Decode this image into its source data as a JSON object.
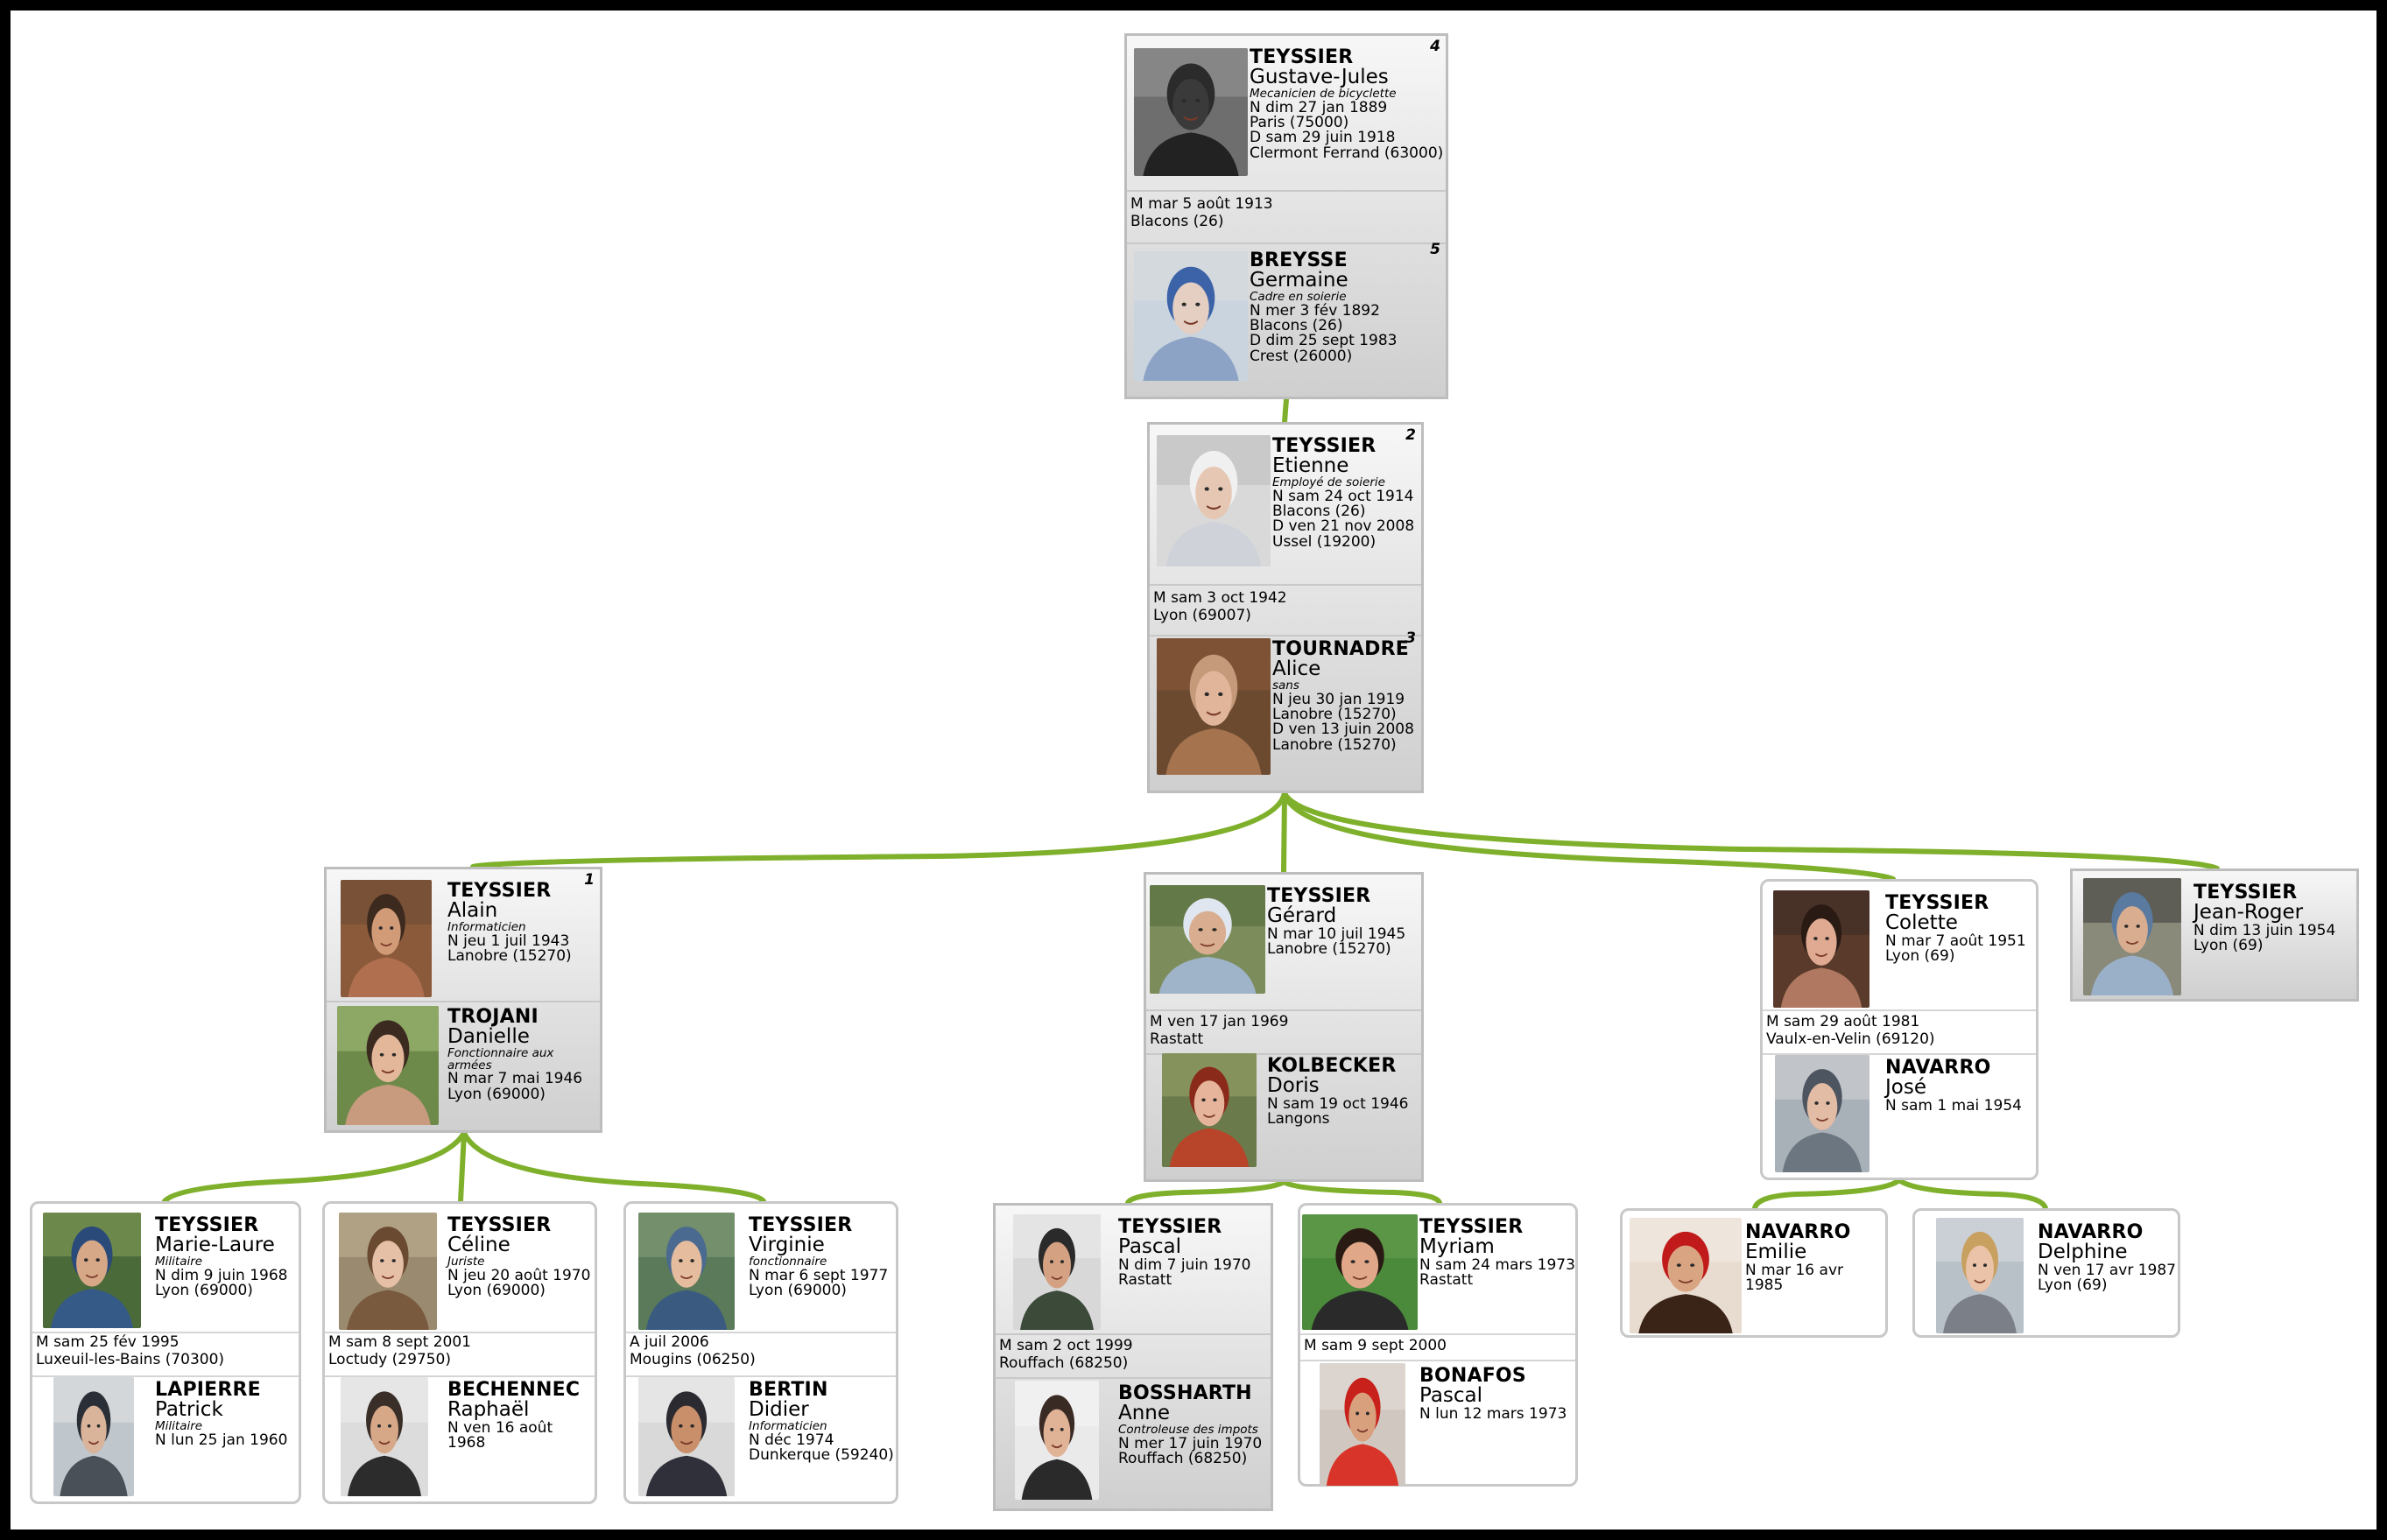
{
  "colors": {
    "link": "#7fb02c",
    "frame": "#000000",
    "card_border": "#c8c8c8"
  },
  "tree": {
    "g1": {
      "husband": {
        "number": "4",
        "surname": "TEYSSIER",
        "given": "Gustave-Jules",
        "occupation": "Mecanicien de bicyclette",
        "lines": [
          "N dim 27 jan 1889",
          "Paris (75000)",
          "D sam 29 juin 1918",
          "Clermont Ferrand (63000)"
        ],
        "photo": "old-man-bw-photo"
      },
      "marriage": [
        "M mar 5 août 1913",
        "Blacons (26)"
      ],
      "wife": {
        "number": "5",
        "surname": "BREYSSE",
        "given": "Germaine",
        "occupation": "Cadre en soierie",
        "lines": [
          "N mer 3 fév 1892",
          "Blacons (26)",
          "D dim 25 sept 1983",
          "Crest (26000)"
        ],
        "photo": "elderly-woman-photo"
      }
    },
    "g2": {
      "husband": {
        "number": "2",
        "surname": "TEYSSIER",
        "given": "Etienne",
        "occupation": "Employé de soierie",
        "lines": [
          "N sam 24 oct 1914",
          "Blacons (26)",
          "D ven 21 nov 2008",
          "Ussel (19200)"
        ],
        "photo": "elderly-man-pipe-photo"
      },
      "marriage": [
        "M sam 3 oct 1942",
        "Lyon (69007)"
      ],
      "wife": {
        "number": "3",
        "surname": "TOURNADRE",
        "given": "Alice",
        "occupation": "sans",
        "lines": [
          "N jeu 30 jan 1919",
          "Lanobre (15270)",
          "D ven 13 juin 2008",
          "Lanobre (15270)"
        ],
        "photo": "elderly-woman-smiling-photo"
      }
    },
    "g3": [
      {
        "a": {
          "number": "1",
          "surname": "TEYSSIER",
          "given": "Alain",
          "occupation": "Informaticien",
          "lines": [
            "N jeu 1 juil 1943",
            "Lanobre (15270)"
          ],
          "photo": "man-portrait-photo"
        },
        "b": {
          "surname": "TROJANI",
          "given": "Danielle",
          "occupation": "Fonctionnaire aux armées",
          "lines": [
            "N mar 7 mai 1946",
            "Lyon (69000)"
          ],
          "photo": "woman-portrait-photo"
        }
      },
      {
        "a": {
          "surname": "TEYSSIER",
          "given": "Gérard",
          "occupation": "",
          "lines": [
            "N mar 10 juil 1945",
            "Lanobre (15270)"
          ],
          "photo": "man-outdoor-photo"
        },
        "marriage": [
          "M ven 17 jan 1969",
          "Rastatt"
        ],
        "b": {
          "surname": "KOLBECKER",
          "given": "Doris",
          "occupation": "",
          "lines": [
            "N sam 19 oct 1946",
            "Langons"
          ],
          "photo": "woman-red-hair-photo"
        }
      },
      {
        "a": {
          "surname": "TEYSSIER",
          "given": "Colette",
          "occupation": "",
          "lines": [
            "N mar 7 août 1951",
            "Lyon (69)"
          ],
          "photo": "woman-curly-hair-photo"
        },
        "marriage": [
          "M sam 29 août 1981",
          "Vaulx-en-Velin (69120)"
        ],
        "b": {
          "surname": "NAVARRO",
          "given": "José",
          "occupation": "",
          "lines": [
            "N sam 1 mai 1954"
          ],
          "photo": "man-glasses-photo"
        }
      },
      {
        "a": {
          "surname": "TEYSSIER",
          "given": "Jean-Roger",
          "occupation": "",
          "lines": [
            "N dim 13 juin 1954",
            "Lyon (69)"
          ],
          "photo": "man-glasses-indoor-photo"
        }
      }
    ],
    "g4": [
      {
        "a": {
          "surname": "TEYSSIER",
          "given": "Marie-Laure",
          "occupation": "Militaire",
          "lines": [
            "N dim 9 juin 1968",
            "Lyon (69000)"
          ],
          "photo": "young-woman-reading-photo"
        },
        "marriage": [
          "M sam 25 fév 1995",
          "Luxeuil-les-Bains (70300)"
        ],
        "b": {
          "surname": "LAPIERRE",
          "given": "Patrick",
          "occupation": "Militaire",
          "lines": [
            "N lun 25 jan 1960"
          ],
          "photo": "man-suit-photo"
        }
      },
      {
        "a": {
          "surname": "TEYSSIER",
          "given": "Céline",
          "occupation": "Juriste",
          "lines": [
            "N jeu 20 août 1970",
            "Lyon (69000)"
          ],
          "photo": "young-woman-smiling-photo"
        },
        "marriage": [
          "M sam 8 sept 2001",
          "Loctudy (29750)"
        ],
        "b": {
          "surname": "BECHENNEC",
          "given": "Raphaël",
          "occupation": "",
          "lines": [
            "N ven 16 août 1968"
          ],
          "photo": "young-man-beard-photo"
        }
      },
      {
        "a": {
          "surname": "TEYSSIER",
          "given": "Virginie",
          "occupation": "fonctionnaire",
          "lines": [
            "N mar 6 sept 1977",
            "Lyon (69000)"
          ],
          "photo": "girl-glasses-photo"
        },
        "marriage": [
          "A juil 2006",
          "Mougins (06250)"
        ],
        "b": {
          "surname": "BERTIN",
          "given": "Didier",
          "occupation": "Informaticien",
          "lines": [
            "N déc 1974",
            "Dunkerque (59240)"
          ],
          "photo": "man-shaved-head-photo"
        }
      },
      {
        "a": {
          "surname": "TEYSSIER",
          "given": "Pascal",
          "occupation": "",
          "lines": [
            "N dim 7 juin 1970",
            "Rastatt"
          ],
          "photo": "young-man-dark-photo"
        },
        "marriage": [
          "M sam 2 oct 1999",
          "Rouffach (68250)"
        ],
        "b": {
          "surname": "BOSSHARTH",
          "given": "Anne",
          "occupation": "Controleuse des impots",
          "lines": [
            "N mer 17 juin 1970",
            "Rouffach (68250)"
          ],
          "photo": "woman-glasses-photo"
        }
      },
      {
        "a": {
          "surname": "TEYSSIER",
          "given": "Myriam",
          "occupation": "",
          "lines": [
            "N sam 24 mars 1973",
            "Rastatt"
          ],
          "photo": "young-woman-garden-photo"
        },
        "marriage": [
          "M sam 9 sept 2000"
        ],
        "b": {
          "surname": "BONAFOS",
          "given": "Pascal",
          "occupation": "",
          "lines": [
            "N lun 12 mars 1973"
          ],
          "photo": "man-red-shirt-photo"
        }
      },
      {
        "a": {
          "surname": "NAVARRO",
          "given": "Emilie",
          "occupation": "",
          "lines": [
            "N mar 16 avr 1985"
          ],
          "photo": "girl-red-shirt-photo"
        }
      },
      {
        "a": {
          "surname": "NAVARRO",
          "given": "Delphine",
          "occupation": "",
          "lines": [
            "N ven 17 avr 1987",
            "Lyon (69)"
          ],
          "photo": "girl-blonde-photo"
        }
      }
    ]
  }
}
